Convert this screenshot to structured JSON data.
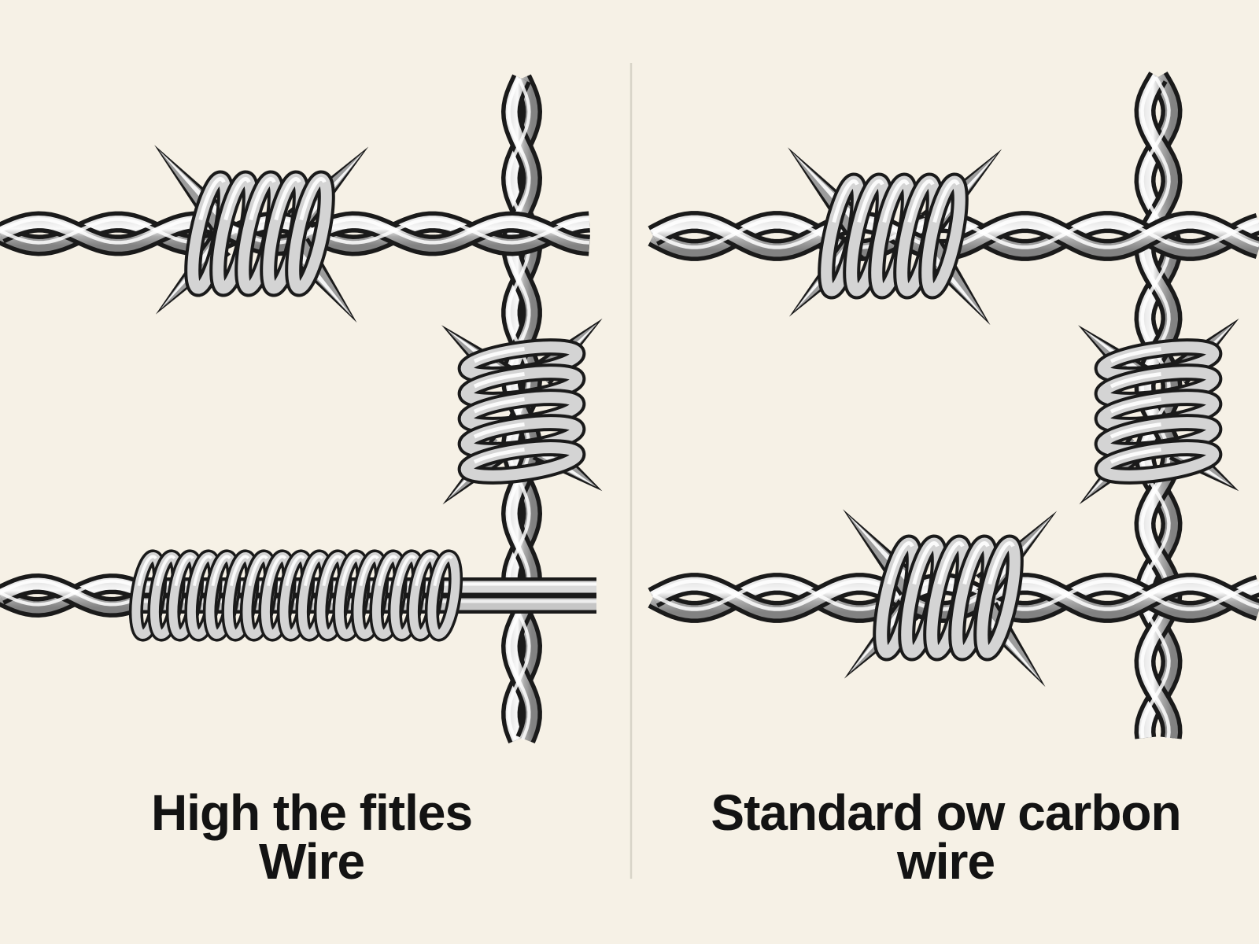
{
  "figure": {
    "title_implied": "Barbed wire comparison illustration",
    "background_color": "#f6f1e6",
    "divider_color": "#d8d4c8",
    "text_color": "#131313",
    "wire_outline_color": "#1a1a1a",
    "wire_metal_light": "#fafafa",
    "wire_metal_mid": "#ababab",
    "wire_metal_dark": "#828282",
    "wire_highlight": "#ffffff"
  },
  "left_panel": {
    "caption_line1": "High the fitles",
    "caption_line2": "Wire",
    "elements": [
      "horizontal twisted wire with 4-point barb",
      "vertical twisted wire with 4-point barb",
      "horizontal wire with long tight coil wrap"
    ]
  },
  "right_panel": {
    "caption_line1": "Standard ow carbon",
    "caption_line2": "wire",
    "elements": [
      "horizontal twisted wire with 4-point barb",
      "vertical twisted wire with 4-point barb",
      "horizontal twisted wire with 4-point barb"
    ]
  }
}
